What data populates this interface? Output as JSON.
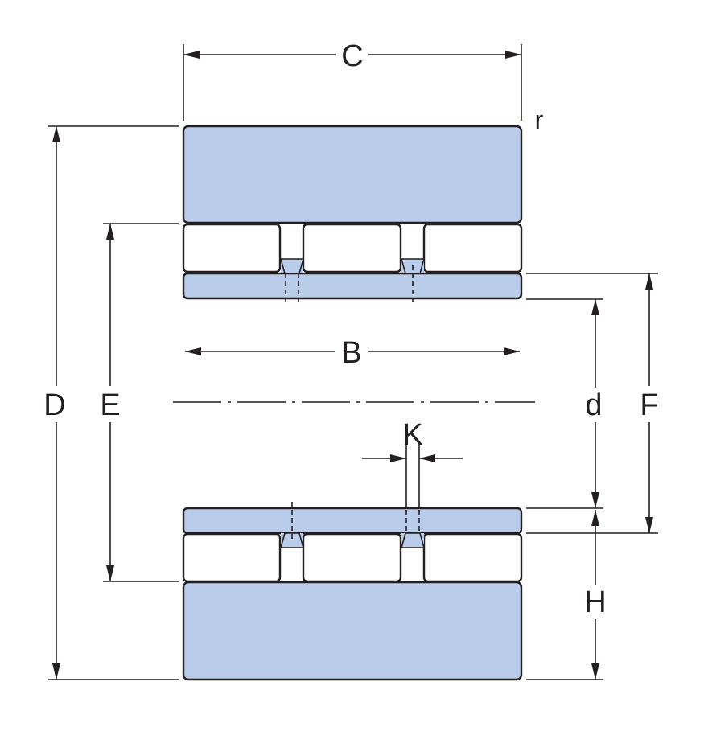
{
  "colors": {
    "ring_fill": "#b9cdea",
    "roller_fill": "#ffffff",
    "line": "#231f20",
    "background": "#ffffff"
  },
  "labels": {
    "C": "C",
    "r": "r",
    "D": "D",
    "E": "E",
    "B": "B",
    "d": "d",
    "F": "F",
    "K": "K",
    "H": "H"
  }
}
